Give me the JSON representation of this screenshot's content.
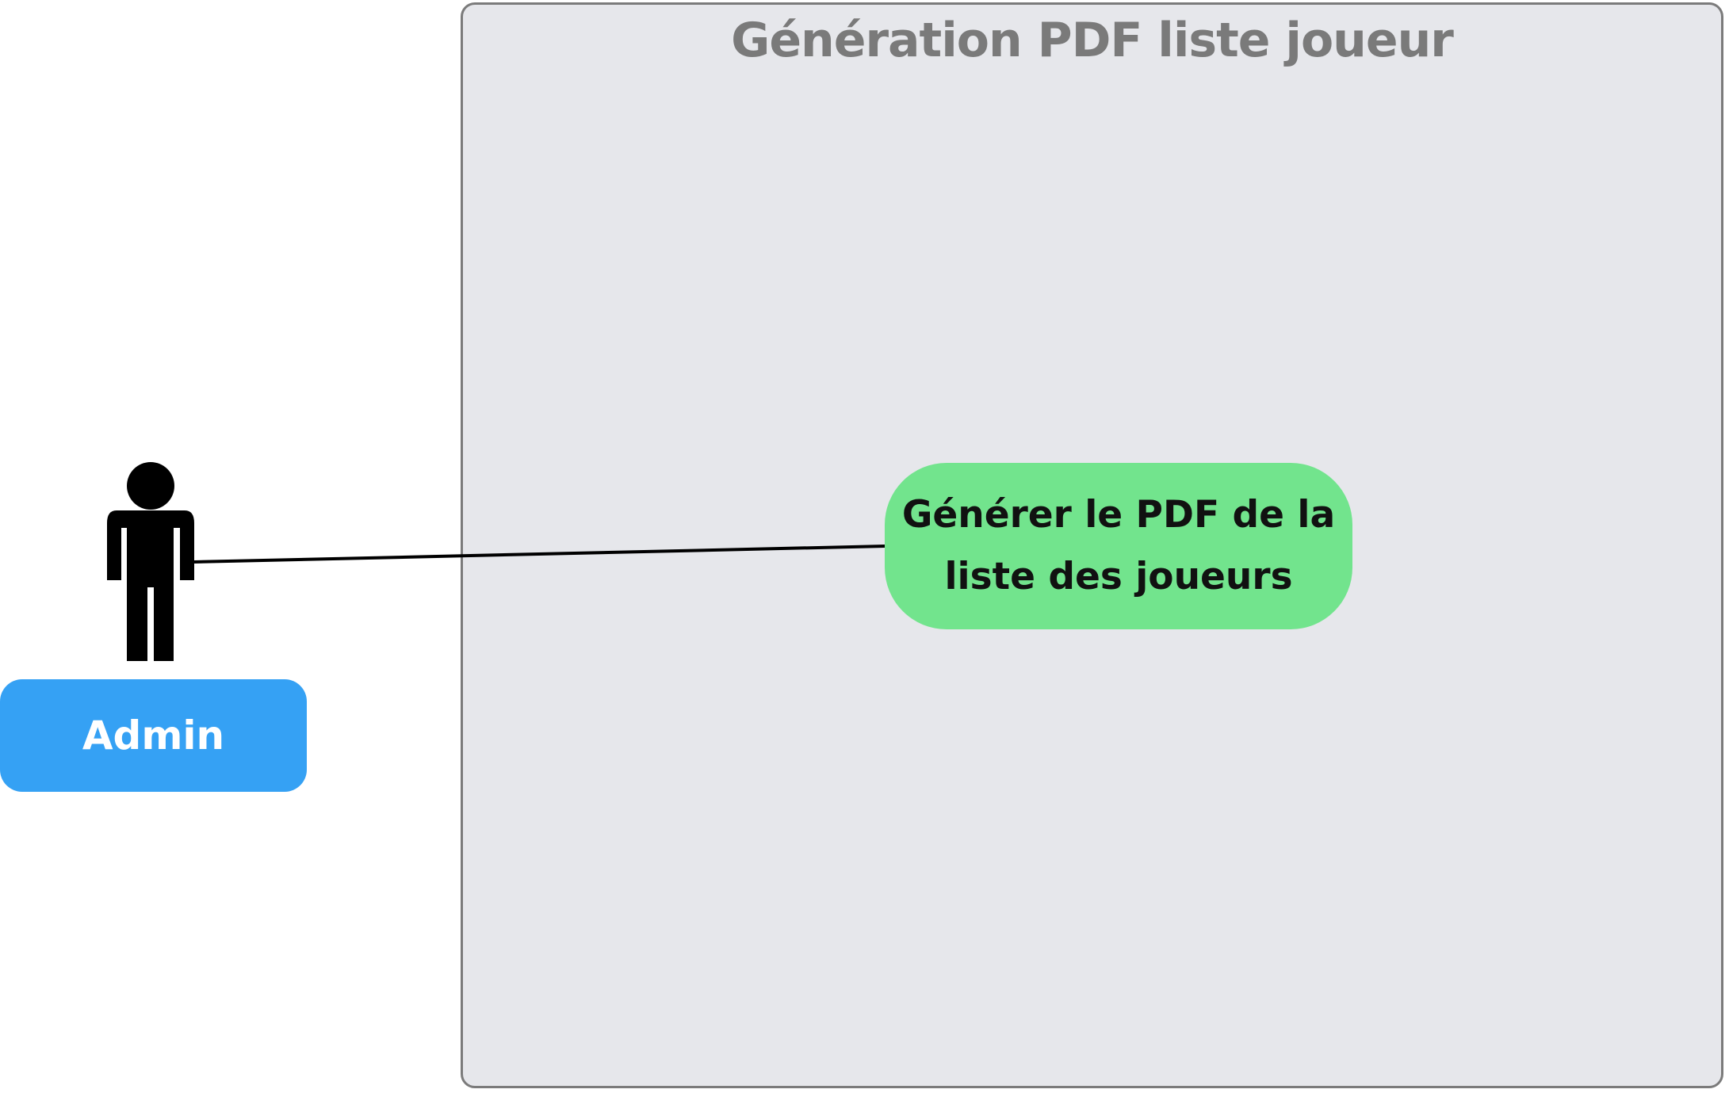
{
  "system": {
    "title": "Génération PDF liste joueur"
  },
  "actor": {
    "icon": "person-icon",
    "label": "Admin"
  },
  "use_case": {
    "line1": "Générer le PDF de la",
    "line2": "liste des joueurs"
  },
  "colors": {
    "boundary_fill": "#e6e7eb",
    "boundary_stroke": "#7b7b7b",
    "title": "#7a7a7a",
    "actor_label_fill": "#35a1f4",
    "use_case_fill": "#72e48d",
    "connector": "#000000"
  }
}
